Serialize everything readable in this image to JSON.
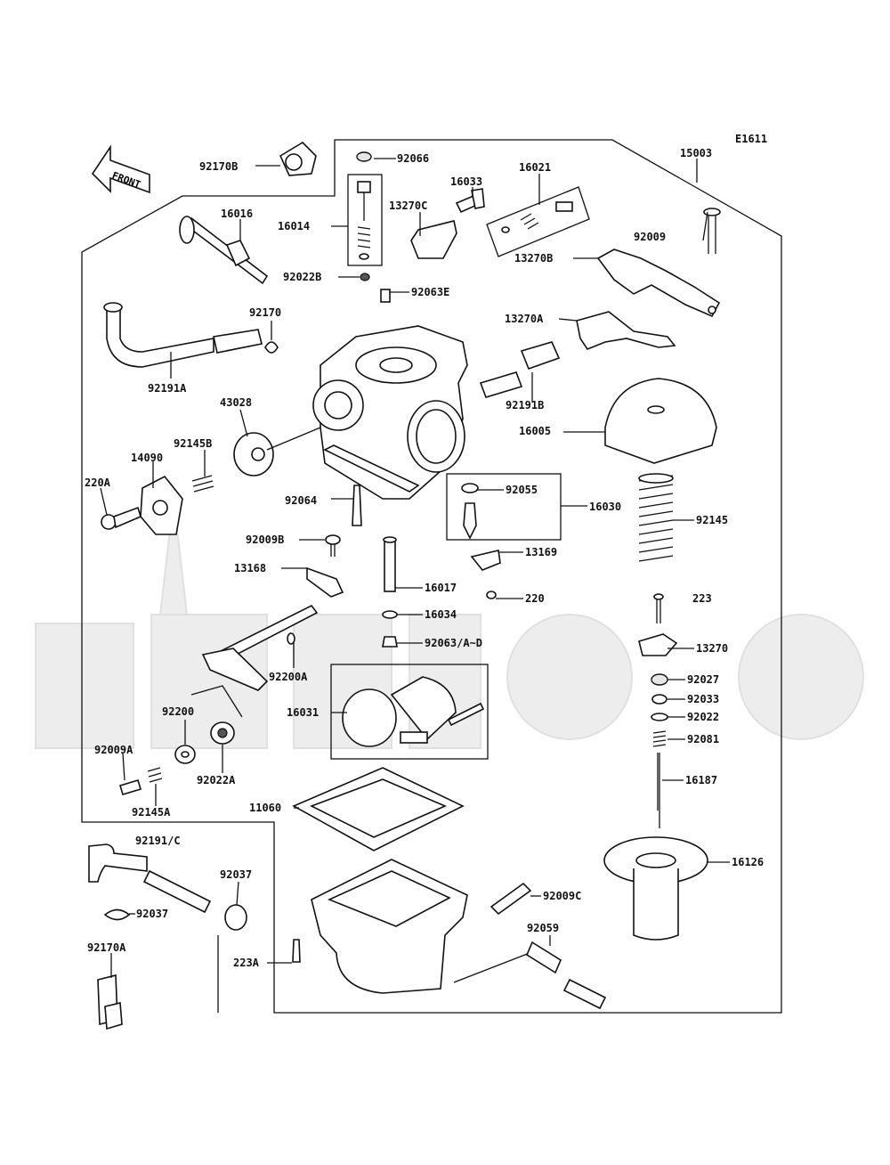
{
  "diagram_code": "E1611",
  "front_label": "FRONT",
  "parts": [
    {
      "id": "p92170B",
      "label": "92170B"
    },
    {
      "id": "p92066",
      "label": "92066"
    },
    {
      "id": "p15003",
      "label": "15003"
    },
    {
      "id": "p16021",
      "label": "16021"
    },
    {
      "id": "p16033",
      "label": "16033"
    },
    {
      "id": "p13270C",
      "label": "13270C"
    },
    {
      "id": "p16016",
      "label": "16016"
    },
    {
      "id": "p16014",
      "label": "16014"
    },
    {
      "id": "p92009",
      "label": "92009"
    },
    {
      "id": "p13270B",
      "label": "13270B"
    },
    {
      "id": "p92022B",
      "label": "92022B"
    },
    {
      "id": "p92063E",
      "label": "92063E"
    },
    {
      "id": "p92170",
      "label": "92170"
    },
    {
      "id": "p13270A",
      "label": "13270A"
    },
    {
      "id": "p92191A",
      "label": "92191A"
    },
    {
      "id": "p92191B",
      "label": "92191B"
    },
    {
      "id": "p43028",
      "label": "43028"
    },
    {
      "id": "p16005",
      "label": "16005"
    },
    {
      "id": "p92145B",
      "label": "92145B"
    },
    {
      "id": "p14090",
      "label": "14090"
    },
    {
      "id": "p220A",
      "label": "220A"
    },
    {
      "id": "p92055",
      "label": "92055"
    },
    {
      "id": "p92064",
      "label": "92064"
    },
    {
      "id": "p16030",
      "label": "16030"
    },
    {
      "id": "p92145",
      "label": "92145"
    },
    {
      "id": "p92009B",
      "label": "92009B"
    },
    {
      "id": "p13169",
      "label": "13169"
    },
    {
      "id": "p13168",
      "label": "13168"
    },
    {
      "id": "p16017",
      "label": "16017"
    },
    {
      "id": "p220",
      "label": "220"
    },
    {
      "id": "p223",
      "label": "223"
    },
    {
      "id": "p16034",
      "label": "16034"
    },
    {
      "id": "p92063AD",
      "label": "92063/A~D"
    },
    {
      "id": "p13270",
      "label": "13270"
    },
    {
      "id": "p92200A",
      "label": "92200A"
    },
    {
      "id": "p92027",
      "label": "92027"
    },
    {
      "id": "p16031",
      "label": "16031"
    },
    {
      "id": "p92033",
      "label": "92033"
    },
    {
      "id": "p92200",
      "label": "92200"
    },
    {
      "id": "p92022",
      "label": "92022"
    },
    {
      "id": "p92081",
      "label": "92081"
    },
    {
      "id": "p92009A",
      "label": "92009A"
    },
    {
      "id": "p92022A",
      "label": "92022A"
    },
    {
      "id": "p16187",
      "label": "16187"
    },
    {
      "id": "p92145A",
      "label": "92145A"
    },
    {
      "id": "p11060",
      "label": "11060"
    },
    {
      "id": "p92191C",
      "label": "92191/C"
    },
    {
      "id": "p16126",
      "label": "16126"
    },
    {
      "id": "p92037a",
      "label": "92037"
    },
    {
      "id": "p92037b",
      "label": "92037"
    },
    {
      "id": "p92009C",
      "label": "92009C"
    },
    {
      "id": "p92059",
      "label": "92059"
    },
    {
      "id": "p92170A",
      "label": "92170A"
    },
    {
      "id": "p223A",
      "label": "223A"
    }
  ]
}
